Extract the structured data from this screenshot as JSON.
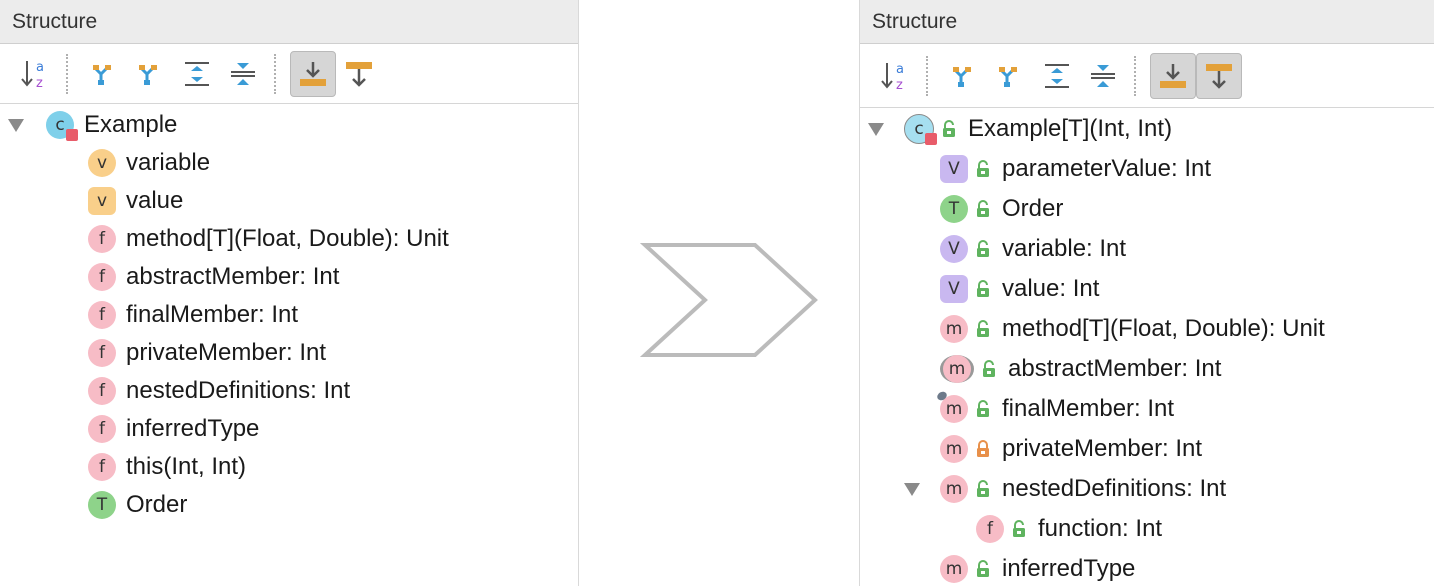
{
  "left": {
    "header_title": "Structure",
    "rows": [
      {
        "badge": "C",
        "label": "Example"
      },
      {
        "badge": "v",
        "label": "variable"
      },
      {
        "badge": "v",
        "label": "value"
      },
      {
        "badge": "f",
        "label": "method[T](Float, Double): Unit"
      },
      {
        "badge": "f",
        "label": "abstractMember: Int"
      },
      {
        "badge": "f",
        "label": "finalMember: Int"
      },
      {
        "badge": "f",
        "label": "privateMember: Int"
      },
      {
        "badge": "f",
        "label": "nestedDefinitions: Int"
      },
      {
        "badge": "f",
        "label": "inferredType"
      },
      {
        "badge": "f",
        "label": "this(Int, Int)"
      },
      {
        "badge": "T",
        "label": "Order"
      }
    ]
  },
  "right": {
    "header_title": "Structure",
    "rows": [
      {
        "badge": "C",
        "label": "Example[T](Int, Int)"
      },
      {
        "badge": "V",
        "label": "parameterValue: Int"
      },
      {
        "badge": "T",
        "label": "Order"
      },
      {
        "badge": "V",
        "label": "variable: Int"
      },
      {
        "badge": "V",
        "label": "value: Int"
      },
      {
        "badge": "m",
        "label": "method[T](Float, Double): Unit"
      },
      {
        "badge": "m",
        "label": "abstractMember: Int"
      },
      {
        "badge": "m",
        "label": "finalMember: Int"
      },
      {
        "badge": "m",
        "label": "privateMember: Int"
      },
      {
        "badge": "m",
        "label": "nestedDefinitions: Int"
      },
      {
        "badge": "f",
        "label": "function: Int"
      },
      {
        "badge": "m",
        "label": "inferredType"
      }
    ]
  },
  "icons": {
    "toolbar": [
      "sort-alphabetically-icon",
      "show-inherited-icon",
      "show-fields-icon",
      "expand-all-icon",
      "collapse-all-icon",
      "autoscroll-to-source-icon",
      "autoscroll-from-source-icon"
    ],
    "separator": "chevron-arrow-icon"
  },
  "colors": {
    "lock_public": "#5fb35f",
    "lock_private": "#e8904a",
    "badge_class": "#7fd0ea",
    "badge_function": "#f7bcc6",
    "badge_var_orange": "#f9cf8a",
    "badge_var_purple": "#c9b8f0",
    "badge_trait": "#8ed38a"
  }
}
